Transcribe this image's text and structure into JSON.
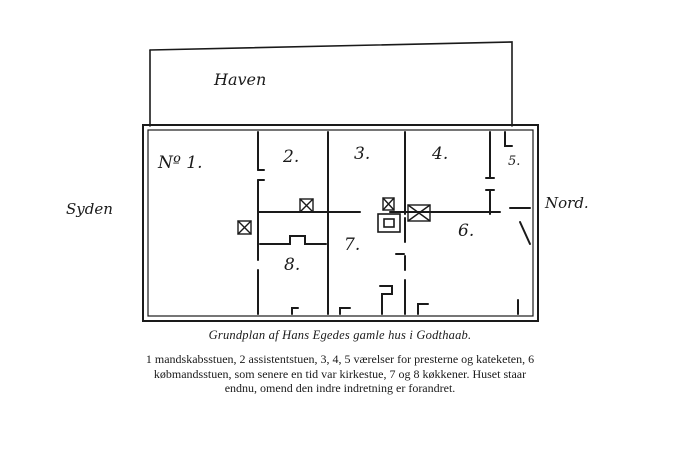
{
  "plan": {
    "garden_label": "Haven",
    "west_label": "Syden",
    "east_label": "Nord.",
    "rooms": [
      {
        "id": "1",
        "label": "Nº 1."
      },
      {
        "id": "2",
        "label": "2."
      },
      {
        "id": "3",
        "label": "3."
      },
      {
        "id": "4",
        "label": "4."
      },
      {
        "id": "5",
        "label": "5."
      },
      {
        "id": "6",
        "label": "6."
      },
      {
        "id": "7",
        "label": "7."
      },
      {
        "id": "8",
        "label": "8."
      }
    ]
  },
  "caption": {
    "title": "Grundplan af Hans Egedes gamle hus i Godthaab.",
    "legend": "1 mandskabsstuen, 2 assistentstuen, 3, 4, 5 værelser for presterne og kateketen, 6 købmandsstuen, som senere en tid var kirkestue, 7 og 8 køkkener. Huset staar endnu, omend den indre indretning er forandret."
  }
}
